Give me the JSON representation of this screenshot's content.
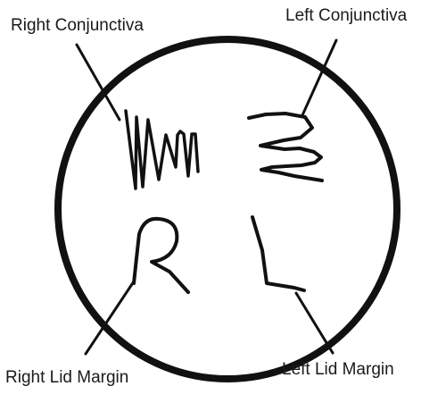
{
  "labels": {
    "top_left": "Right Conjunctiva",
    "top_right": "Left Conjunctiva",
    "bottom_left": "Right Lid Margin",
    "bottom_right": "Left Lid Margin"
  },
  "colors": {
    "ink": "#111111",
    "background": "#ffffff"
  }
}
